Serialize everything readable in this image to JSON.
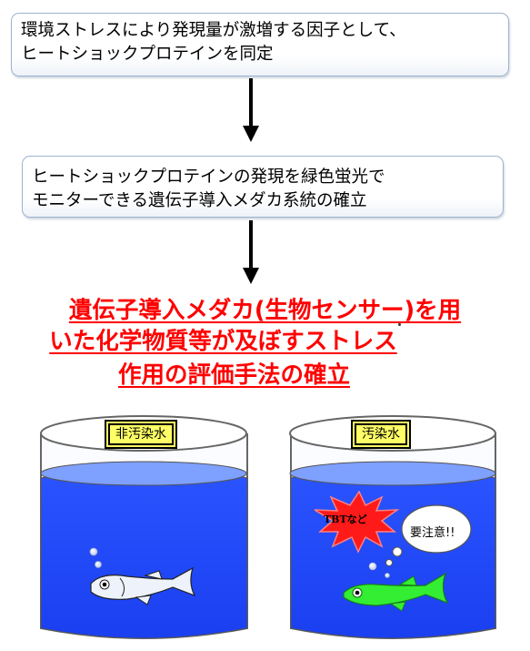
{
  "box1": {
    "line1": "環境ストレスにより発現量が激増する因子として、",
    "line2": "ヒートショックプロテインを同定"
  },
  "box2": {
    "line1": "ヒートショックプロテインの発現を緑色蛍光で",
    "line2": "モニターできる遺伝子導入メダカ系統の確立"
  },
  "conclusion": {
    "line1": "遺伝子導入メダカ(生物センサー)を用",
    "line2": "いた化学物質等が及ぼすストレス",
    "line3": "作用の評価手法の確立"
  },
  "tank_left": {
    "label": "非汚染水"
  },
  "tank_right": {
    "label": "汚染水",
    "burst_text": "TBTなど",
    "bubble_text": "要注意!!"
  },
  "colors": {
    "water": "#1a3ff0",
    "healthy_fish": "#e8eef8",
    "fluorescent_fish": "#33ee33",
    "conclusion_text": "#ff0000",
    "label_bg": "#ffff66",
    "burst": "#ff1a1a"
  }
}
